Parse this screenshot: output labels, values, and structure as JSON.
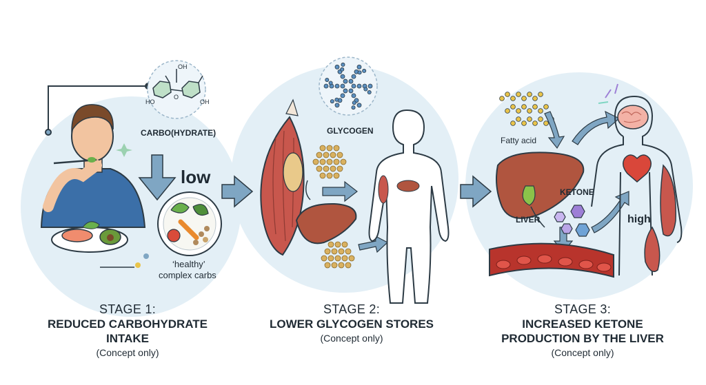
{
  "stage1": {
    "molecule_label": "CARBO(HYDRATE)",
    "low_label": "low",
    "carbs_label_line1": "‘healthy’",
    "carbs_label_line2": "complex carbs",
    "atom_oh_top": "OH",
    "atom_ho_left": "HO",
    "atom_oh_right": "OH",
    "atom_o": "O",
    "stage": "STAGE 1:",
    "title_line1": "REDUCED CARBOHYDRATE",
    "title_line2": "INTAKE",
    "note": "(Concept only)"
  },
  "stage2": {
    "glycogen_label": "GLYCOGEN",
    "stage": "STAGE 2:",
    "title_line1": "LOWER GLYCOGEN STORES",
    "note": "(Concept only)"
  },
  "stage3": {
    "fatty_acid_label": "Fatty acid",
    "ketone_label": "KETONE",
    "liver_label": "LIVER",
    "high_label": "high",
    "stage": "STAGE 3:",
    "title_line1": "INCREASED KETONE",
    "title_line2": "PRODUCTION BY THE LIVER",
    "note": "(Concept only)"
  },
  "colors": {
    "bg_circle": "#e3eff6",
    "arrow": "#7fa6c3",
    "muscle": "#c8574d",
    "liver": "#b0553f",
    "glycogen_dot": "#d9b160",
    "outline": "#2c3a44",
    "ketone": "#9d7fd6"
  }
}
